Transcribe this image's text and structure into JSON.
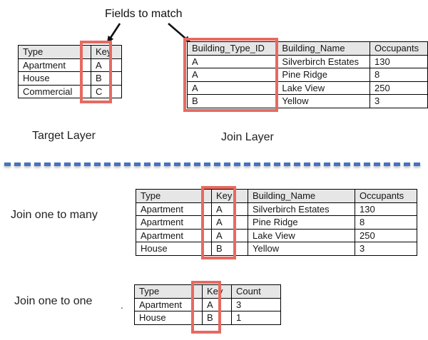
{
  "colors": {
    "highlight_red": "#E66A60",
    "divider_blue": "#4472C4",
    "table_header_gray": "#E7E6E6",
    "table_border": "#000000"
  },
  "annotation": {
    "fields_to_match": "Fields to match"
  },
  "labels": {
    "target_layer": "Target Layer",
    "join_layer": "Join Layer",
    "join_one_to_many": "Join one to many",
    "join_one_to_one": "Join one to one",
    "stray_period": "."
  },
  "icons": {
    "arrow_left": "down-left-arrow",
    "arrow_right": "down-right-arrow"
  },
  "tables": {
    "target": {
      "headers": [
        "Type",
        "Key"
      ],
      "rows": [
        [
          "Apartment",
          "A"
        ],
        [
          "House",
          "B"
        ],
        [
          "Commercial",
          "C"
        ]
      ]
    },
    "join": {
      "headers": [
        "Building_Type_ID",
        "Building_Name",
        "Occupants"
      ],
      "rows": [
        [
          "A",
          "Silverbirch Estates",
          "130"
        ],
        [
          "A",
          "Pine Ridge",
          "8"
        ],
        [
          "A",
          "Lake View",
          "250"
        ],
        [
          "B",
          "Yellow",
          "3"
        ]
      ]
    },
    "one_to_many": {
      "headers": [
        "Type",
        "Key",
        "Building_Name",
        "Occupants"
      ],
      "rows": [
        [
          "Apartment",
          "A",
          "Silverbirch Estates",
          "130"
        ],
        [
          "Apartment",
          "A",
          "Pine Ridge",
          "8"
        ],
        [
          "Apartment",
          "A",
          "Lake View",
          "250"
        ],
        [
          "House",
          "B",
          "Yellow",
          "3"
        ]
      ]
    },
    "one_to_one": {
      "headers": [
        "Type",
        "Key",
        "Count"
      ],
      "rows": [
        [
          "Apartment",
          "A",
          "3"
        ],
        [
          "House",
          "B",
          "1"
        ]
      ]
    }
  }
}
